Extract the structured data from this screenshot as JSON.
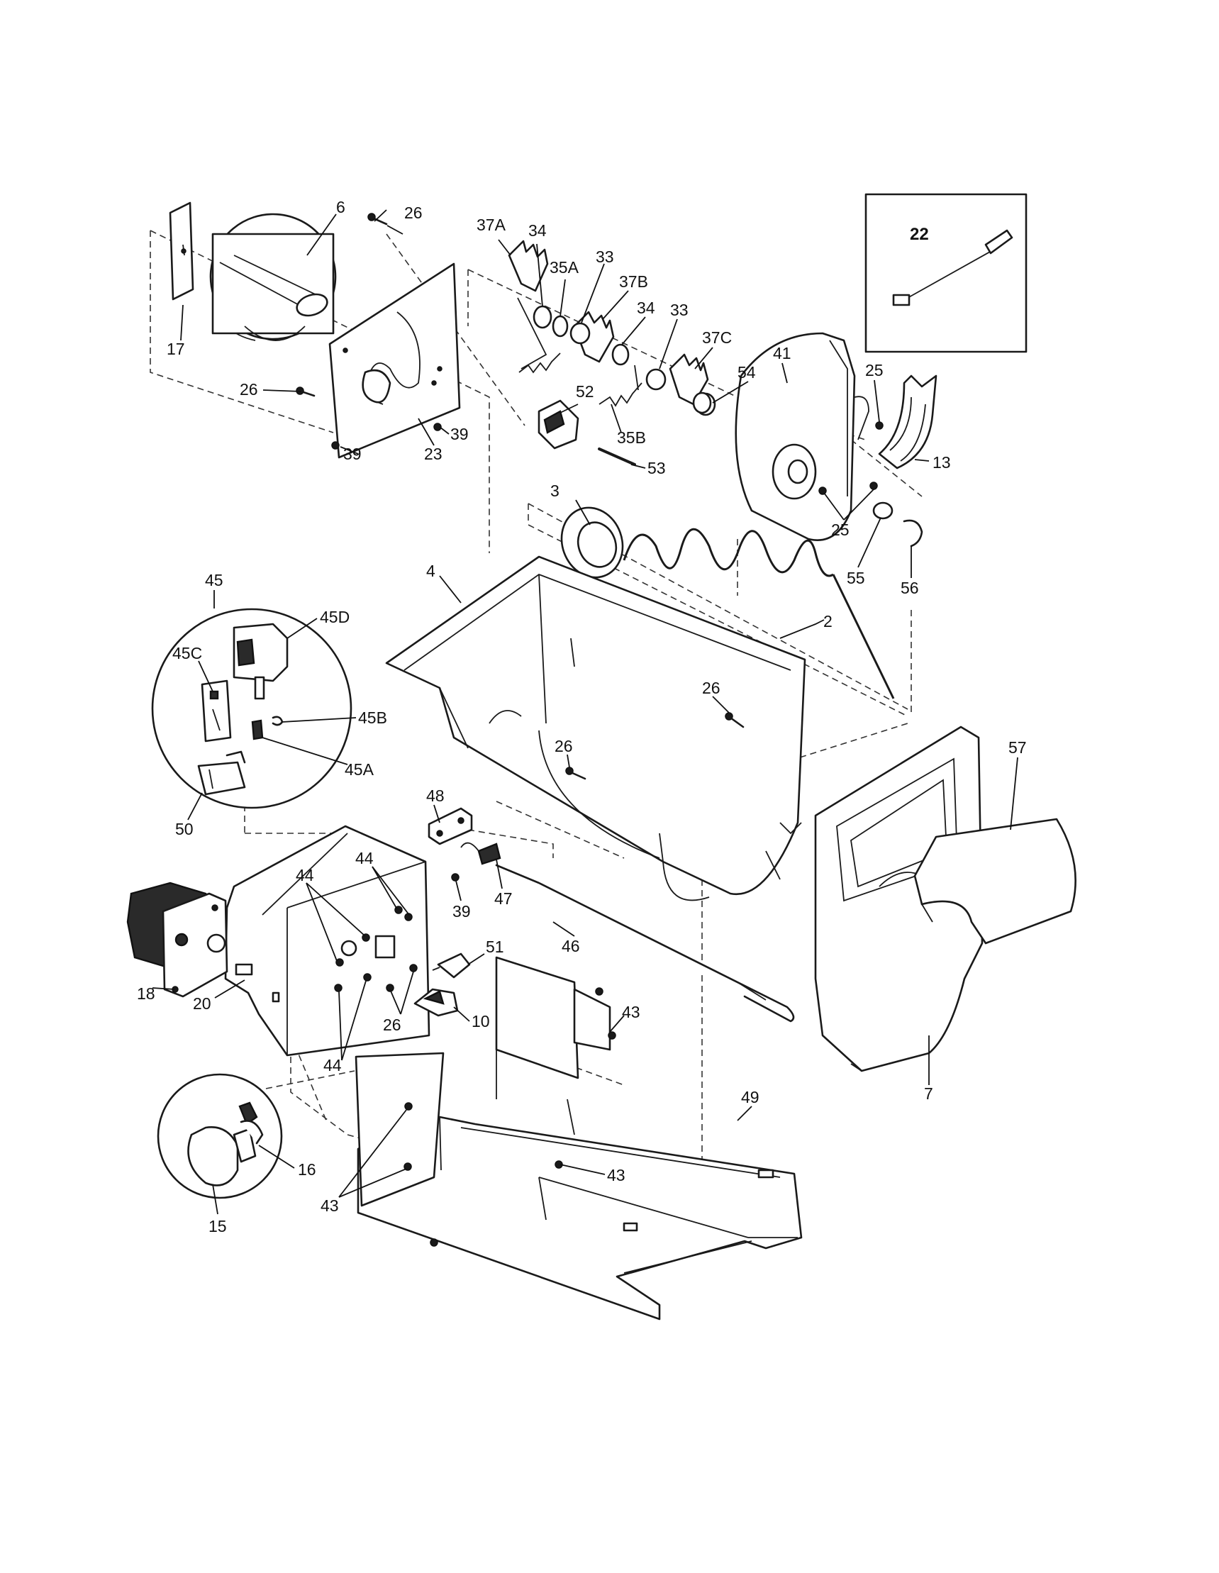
{
  "callouts": {
    "c6": "6",
    "c26a": "26",
    "c17": "17",
    "c26b": "26",
    "c23": "23",
    "c39a": "39",
    "c39b": "39",
    "c37a": "37A",
    "c34a": "34",
    "c35a": "35A",
    "c33a": "33",
    "c37b": "37B",
    "c34b": "34",
    "c33b": "33",
    "c37c": "37C",
    "c41": "41",
    "c25a": "25",
    "c54": "54",
    "c52": "52",
    "c35b": "35B",
    "c53": "53",
    "c13": "13",
    "c25b": "25",
    "c55": "55",
    "c56": "56",
    "c22": "22",
    "c3": "3",
    "c4": "4",
    "c2": "2",
    "c26c": "26",
    "c26d": "26",
    "c57": "57",
    "c45": "45",
    "c45d": "45D",
    "c45c": "45C",
    "c45b": "45B",
    "c45a": "45A",
    "c50": "50",
    "c48": "48",
    "c47": "47",
    "c39c": "39",
    "c44a": "44",
    "c44b": "44",
    "c44c": "44",
    "c51": "51",
    "c46": "46",
    "c18": "18",
    "c20": "20",
    "c26e": "26",
    "c10": "10",
    "c43a": "43",
    "c43b": "43",
    "c43c": "43",
    "c49": "49",
    "c7": "7",
    "c16": "16",
    "c15": "15"
  }
}
